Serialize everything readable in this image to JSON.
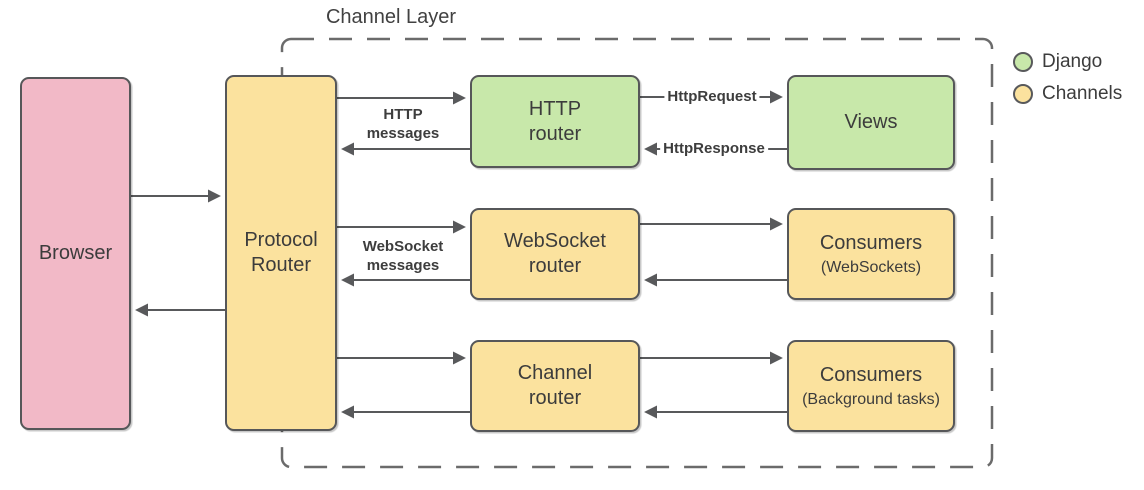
{
  "diagram": {
    "title": "Channel Layer",
    "nodes": {
      "browser": {
        "label": "Browser",
        "fill": "#F2B9C7"
      },
      "protocol_router": {
        "label": "Protocol\nRouter",
        "fill": "#FBE29E",
        "category": "Channels"
      },
      "http_router": {
        "label": "HTTP\nrouter",
        "fill": "#C8E8AA",
        "category": "Django"
      },
      "views": {
        "label": "Views",
        "fill": "#C8E8AA",
        "category": "Django"
      },
      "websocket_router": {
        "label": "WebSocket\nrouter",
        "fill": "#FBE29E",
        "category": "Channels"
      },
      "consumers_websockets": {
        "label": "Consumers",
        "sublabel": "(WebSockets)",
        "fill": "#FBE29E",
        "category": "Channels"
      },
      "channel_router": {
        "label": "Channel\nrouter",
        "fill": "#FBE29E",
        "category": "Channels"
      },
      "consumers_background": {
        "label": "Consumers",
        "sublabel": "(Background tasks)",
        "fill": "#FBE29E",
        "category": "Channels"
      }
    },
    "edge_labels": {
      "http_messages": "HTTP\nmessages",
      "websocket_messages": "WebSocket\nmessages",
      "http_request": "HttpRequest",
      "http_response": "HttpResponse"
    },
    "edges": [
      {
        "from": "browser",
        "to": "protocol_router",
        "bidirectional": true
      },
      {
        "from": "protocol_router",
        "to": "http_router",
        "bidirectional": true,
        "label": "HTTP messages"
      },
      {
        "from": "http_router",
        "to": "views",
        "forward_label": "HttpRequest",
        "return_label": "HttpResponse"
      },
      {
        "from": "protocol_router",
        "to": "websocket_router",
        "bidirectional": true,
        "label": "WebSocket messages"
      },
      {
        "from": "websocket_router",
        "to": "consumers_websockets",
        "bidirectional": true
      },
      {
        "from": "protocol_router",
        "to": "channel_router",
        "bidirectional": true
      },
      {
        "from": "channel_router",
        "to": "consumers_background",
        "bidirectional": true
      }
    ],
    "legend": {
      "items": [
        {
          "label": "Django",
          "color": "#C8E8AA"
        },
        {
          "label": "Channels",
          "color": "#FBE29E"
        }
      ]
    },
    "colors": {
      "django_green": "#C8E8AA",
      "channels_yellow": "#FBE29E",
      "browser_pink": "#F2B9C7",
      "stroke_gray": "#58595B",
      "dashed_border_gray": "#6B6B6B",
      "text_gray": "#3C3C3C",
      "background": "#FFFFFF"
    }
  }
}
